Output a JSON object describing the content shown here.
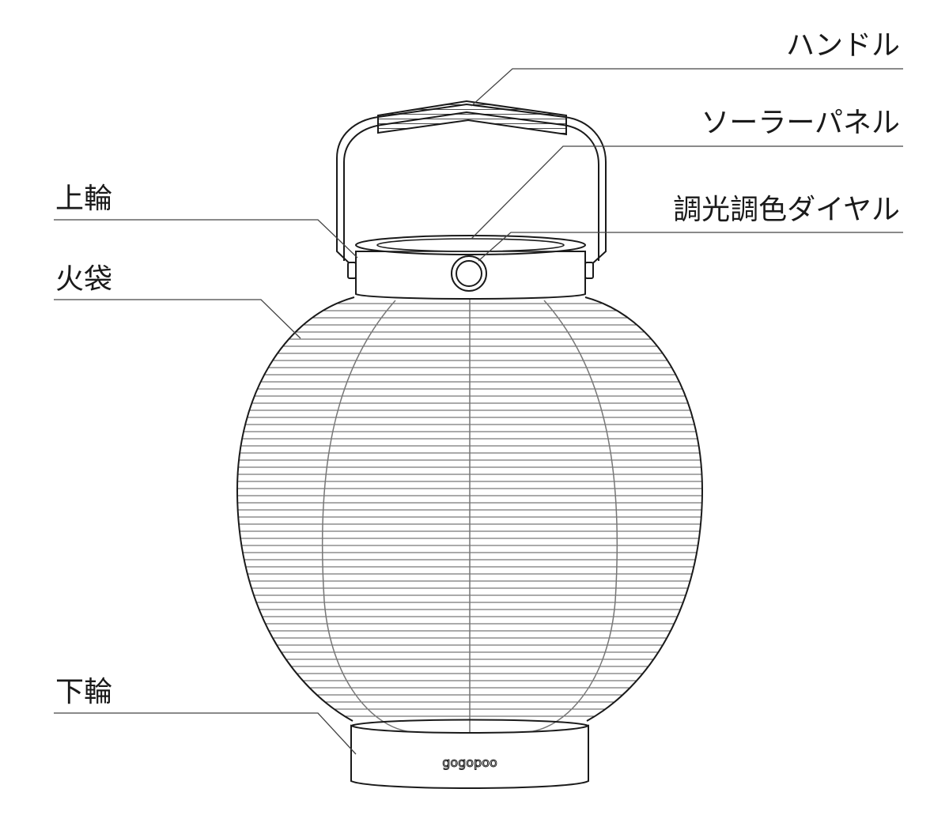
{
  "labels": {
    "handle": "ハンドル",
    "solar_panel": "ソーラーパネル",
    "dial": "調光調色ダイヤル",
    "top_ring": "上輪",
    "lantern_body": "火袋",
    "bottom_ring": "下輪"
  },
  "brand_mark": "gogopoo",
  "colors": {
    "line": "#1a1a1a",
    "rib": "#555555",
    "leader": "#444444",
    "background": "#ffffff"
  },
  "icons": {
    "dial": "dial-icon",
    "handle": "handle-icon"
  }
}
